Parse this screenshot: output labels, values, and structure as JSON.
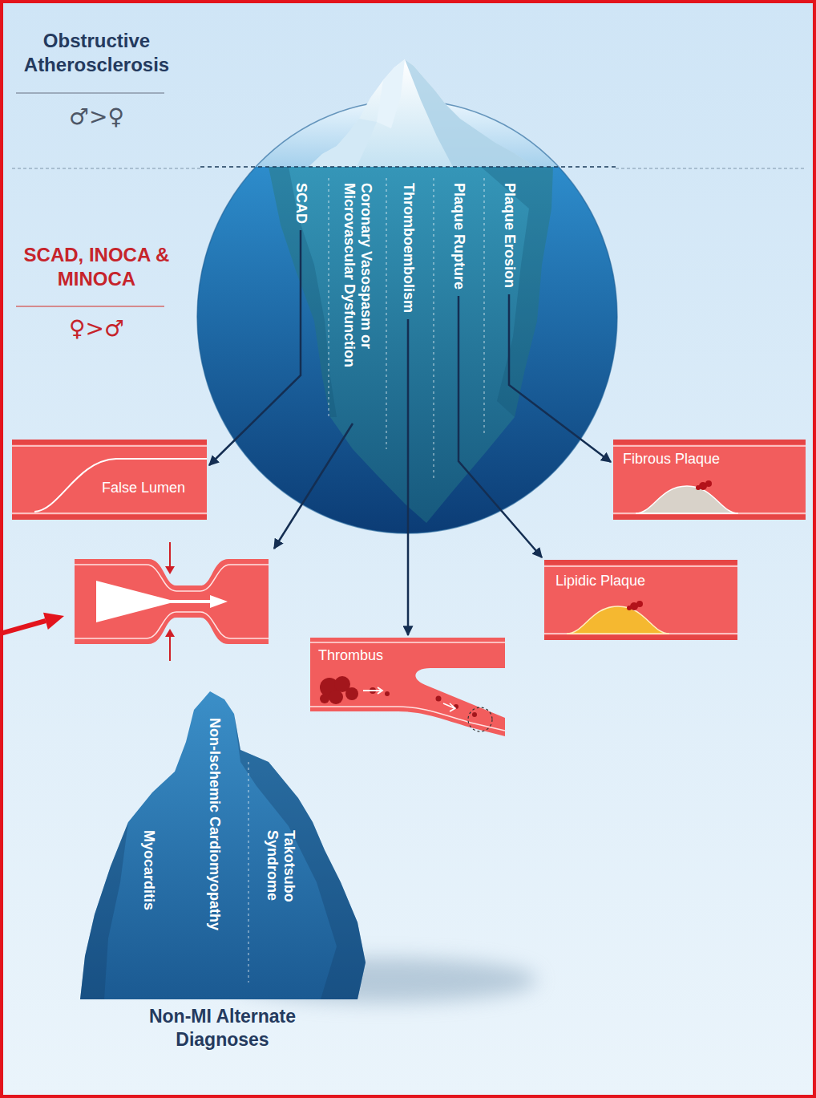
{
  "diagram": {
    "nodes": [
      {
        "text": [
          "SCAD"
        ]
      },
      {
        "text": [
          "Coronary Vasospasm or Microvascular Dysfunction"
        ]
      },
      {
        "text": [
          "Thromboembolism"
        ]
      },
      {
        "text": [
          "Plaque Rupture"
        ]
      },
      {
        "text": [
          "Plaque Erosion"
        ]
      },
      {
        "text": [
          "False Lumen"
        ]
      },
      {
        "text": [
          "Fibrous Plaque"
        ]
      },
      {
        "text": [
          "Lipidic Plaque"
        ]
      },
      {
        "text": [
          "Thrombus"
        ]
      },
      {
        "text": [
          "Non-MI Alternate Diagnoses"
        ]
      },
      {
        "text": [
          "Myocarditis"
        ],
        "in": 9
      },
      {
        "text": [
          "Non-Ischemic Cardiomyopathy"
        ],
        "in": 9
      },
      {
        "text": [
          "Takotsubo Syndrome"
        ],
        "in": 9
      }
    ],
    "edges": [
      {
        "from": 0,
        "to": 5,
        "arrow": "to"
      },
      {
        "from": 2,
        "to": 8,
        "arrow": "to"
      },
      {
        "from": 3,
        "to": 7,
        "arrow": "to"
      },
      {
        "from": 4,
        "to": 6,
        "arrow": "to"
      }
    ],
    "labels": [
      "Obstructive Atherosclerosis",
      "♂>♀",
      "SCAD, INOCA & MINOCA",
      "♀>♂"
    ]
  }
}
